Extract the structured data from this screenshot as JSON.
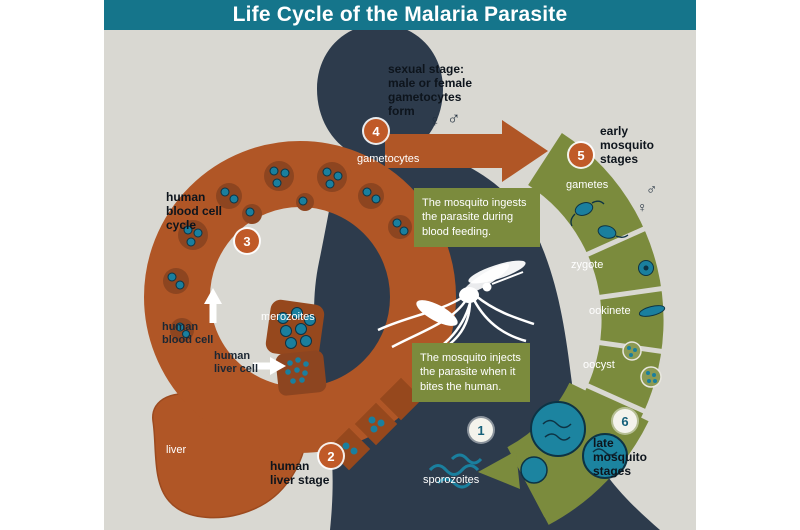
{
  "title": "Life Cycle of the Malaria Parasite",
  "colors": {
    "banner_teal": "#15758b",
    "background_gray": "#d9d8d2",
    "silhouette_navy": "#2d3b4c",
    "parasite_rust": "#b05626",
    "cell_rust_dark": "#8d4520",
    "stage_olive": "#7b8b3d",
    "cell_teal": "#1a7f9e",
    "text_white": "#ffffff"
  },
  "steps": {
    "one": "1",
    "two": "2",
    "three": "3",
    "four": "4",
    "five": "5",
    "six": "6"
  },
  "labels": {
    "sexual_stage": "sexual stage:\nmale or female\ngametocytes\nform",
    "gametocytes": "gametocytes",
    "early_mosquito_stages": "early\nmosquito\nstages",
    "gametes": "gametes",
    "zygote": "zygote",
    "ookinete": "ookinete",
    "oocyst": "oocyst",
    "late_mosquito_stages": "late\nmosquito\nstages",
    "human_blood_cell_cycle": "human\nblood cell\ncycle",
    "merozoites": "merozoites",
    "human_blood_cell": "human\nblood cell",
    "human_liver_cell": "human\nliver cell",
    "liver": "liver",
    "human_liver_stage": "human\nliver stage",
    "sporozoites": "sporozoites",
    "female_symbol": "♀",
    "male_symbol": "♂"
  },
  "callouts": {
    "ingest": "The mosquito ingests the parasite during blood feeding.",
    "inject": "The mosquito injects the parasite when it bites the human."
  }
}
